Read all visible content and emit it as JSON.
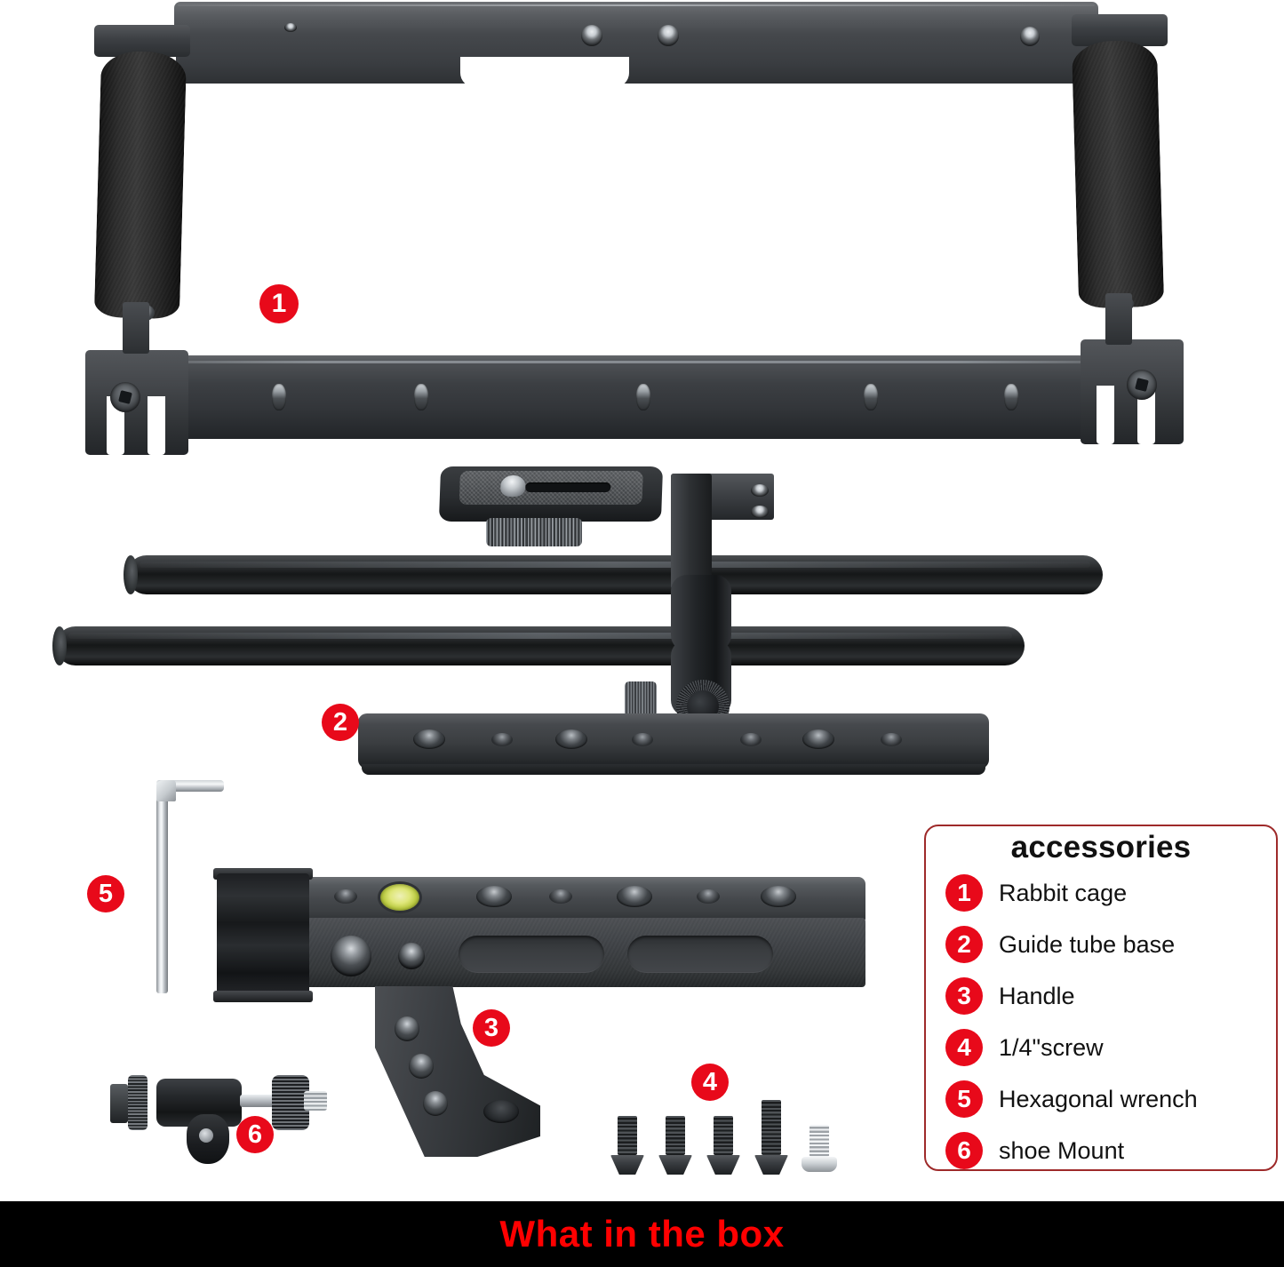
{
  "page": {
    "type": "product-contents-diagram",
    "background_color": "#ffffff"
  },
  "banner": {
    "text": "What in the box",
    "text_color": "#FF0000",
    "background_color": "#000000"
  },
  "legend": {
    "title": "accessories",
    "border_color": "#9e2a2a",
    "badge_color": "#E8091A",
    "items": [
      {
        "number": "1",
        "label": "Rabbit cage"
      },
      {
        "number": "2",
        "label": "Guide tube base"
      },
      {
        "number": "3",
        "label": "Handle"
      },
      {
        "number": "4",
        "label": "1/4\"screw"
      },
      {
        "number": "5",
        "label": "Hexagonal wrench"
      },
      {
        "number": "6",
        "label": "shoe Mount"
      }
    ]
  },
  "callouts": [
    {
      "number": "1",
      "for": "Rabbit cage"
    },
    {
      "number": "2",
      "for": "Guide tube base"
    },
    {
      "number": "3",
      "for": "Handle"
    },
    {
      "number": "4",
      "for": "1/4\"screw"
    },
    {
      "number": "5",
      "for": "Hexagonal wrench"
    },
    {
      "number": "6",
      "for": "shoe Mount"
    }
  ],
  "parts": {
    "rabbit_cage": {
      "name": "Rabbit cage",
      "body_color": "#3c3f43",
      "grip_color": "#1e1e1e",
      "bottom_bar_hole_count": 5,
      "top_bar_hole_count": 4
    },
    "guide_tube_base": {
      "name": "Guide tube base",
      "rod_count": 2,
      "rod_color": "#1a1c1e",
      "plate_hole_count": 8,
      "quick_release_screw_color": "#c8ccd0"
    },
    "handle": {
      "name": "Handle",
      "bubble_level_color": "#c9d84a",
      "top_hole_count": 7,
      "grip_slot_count": 2,
      "arm_hole_count": 4
    },
    "screws": {
      "name": "1/4\"screw",
      "count": 5,
      "black_count": 4,
      "silver_count": 1
    },
    "hex_wrench": {
      "name": "Hexagonal wrench",
      "color": "#dfe3e6"
    },
    "shoe_mount": {
      "name": "shoe Mount",
      "color": "#1e2123",
      "stud_color": "#d5dadd"
    }
  }
}
